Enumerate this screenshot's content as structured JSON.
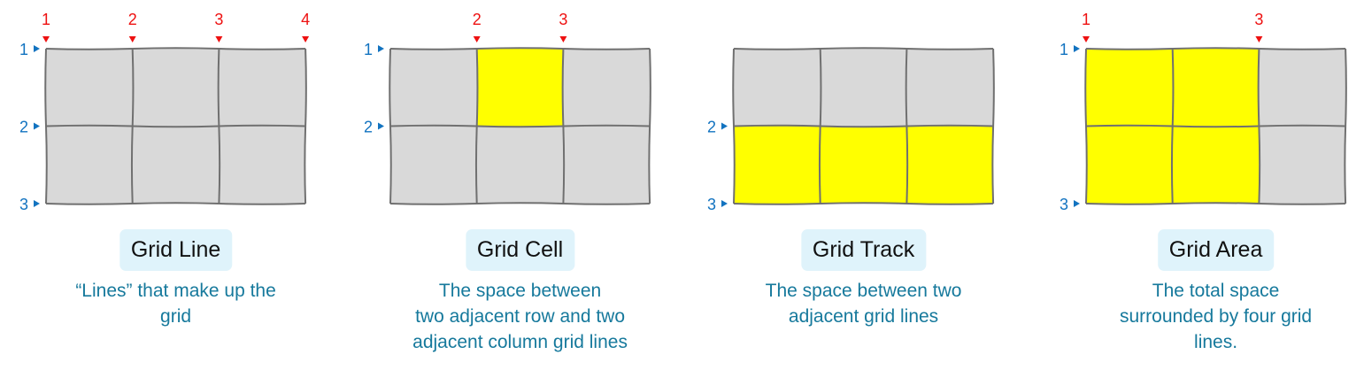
{
  "colors": {
    "cell": "#d9d9d9",
    "highlight": "#ffff00",
    "stroke": "#707070",
    "col_label": "#ee1111",
    "row_label": "#1273c0",
    "pill": "#dff3fb",
    "desc": "#16799c"
  },
  "panels": [
    {
      "title": "Grid Line",
      "description": [
        "“Lines” that make up the",
        "grid"
      ],
      "col_labels": [
        1,
        2,
        3,
        4
      ],
      "row_labels": [
        1,
        2,
        3
      ],
      "highlight": []
    },
    {
      "title": "Grid Cell",
      "description": [
        "The space between",
        "two adjacent row and two",
        "adjacent column grid lines"
      ],
      "col_labels": [
        2,
        3
      ],
      "row_labels": [
        1,
        2
      ],
      "highlight": [
        [
          0,
          1
        ]
      ]
    },
    {
      "title": "Grid Track",
      "description": [
        "The space between two",
        "adjacent grid lines"
      ],
      "col_labels": [],
      "row_labels": [
        2,
        3
      ],
      "highlight": [
        [
          1,
          0
        ],
        [
          1,
          1
        ],
        [
          1,
          2
        ]
      ]
    },
    {
      "title": "Grid Area",
      "description": [
        "The total space",
        "surrounded by four grid",
        "lines."
      ],
      "col_labels": [
        1,
        3
      ],
      "row_labels": [
        1,
        3
      ],
      "highlight": [
        [
          0,
          0
        ],
        [
          0,
          1
        ],
        [
          1,
          0
        ],
        [
          1,
          1
        ]
      ]
    }
  ]
}
